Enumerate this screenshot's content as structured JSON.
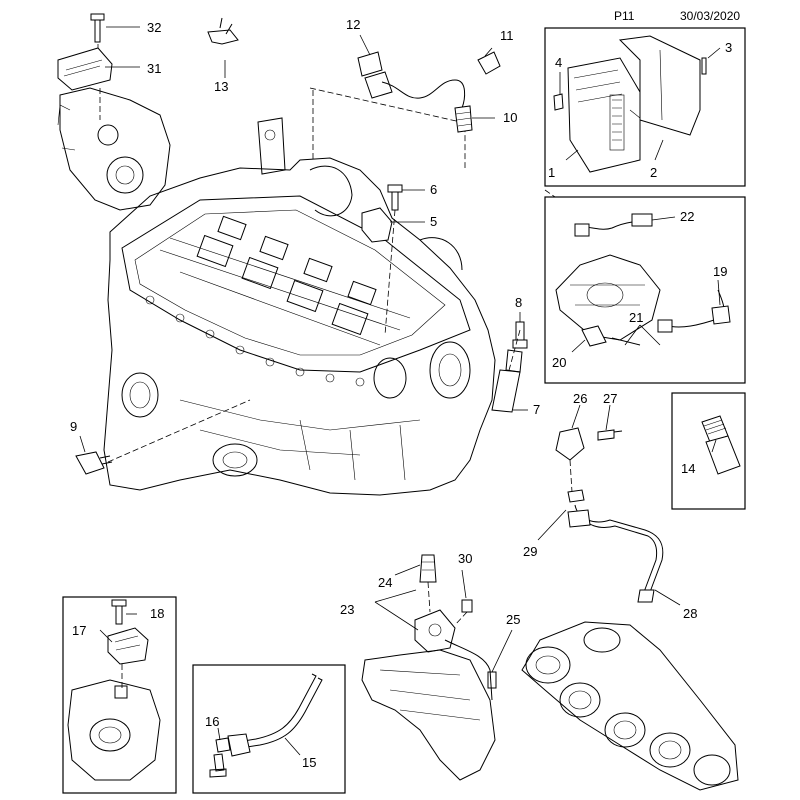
{
  "header": {
    "page": "P11",
    "date": "30/03/2020"
  },
  "callouts": [
    "1",
    "2",
    "3",
    "4",
    "5",
    "6",
    "7",
    "8",
    "9",
    "10",
    "11",
    "12",
    "13",
    "14",
    "15",
    "16",
    "17",
    "18",
    "19",
    "20",
    "21",
    "22",
    "23",
    "24",
    "25",
    "26",
    "27",
    "28",
    "29",
    "30",
    "31",
    "32"
  ]
}
